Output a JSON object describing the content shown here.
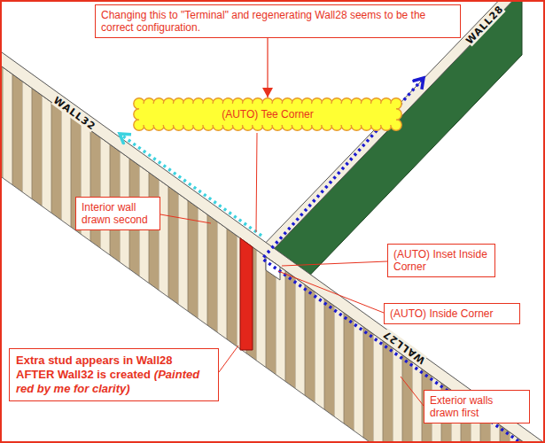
{
  "diagram": {
    "nodes": [
      {
        "text": [
          "Changing this to \"Terminal\" and regenerating Wall28 seems to be the correct configuration."
        ]
      },
      {
        "text": [
          "(AUTO) Tee Corner"
        ]
      },
      {
        "text": [
          "Interior wall drawn second"
        ]
      },
      {
        "text": [
          "(AUTO) Inset Inside Corner"
        ]
      },
      {
        "text": [
          "(AUTO) Inside Corner"
        ]
      },
      {
        "text": [
          "Extra stud appears in Wall28 AFTER Wall32 is created",
          "(Painted red by me for clarity)"
        ]
      },
      {
        "text": [
          "Exterior walls drawn first"
        ]
      }
    ],
    "edges": [
      {
        "from": 0,
        "to": 1,
        "arrow": "to"
      }
    ],
    "labels": [
      "WALL32",
      "WALL28",
      "WALL27"
    ]
  }
}
